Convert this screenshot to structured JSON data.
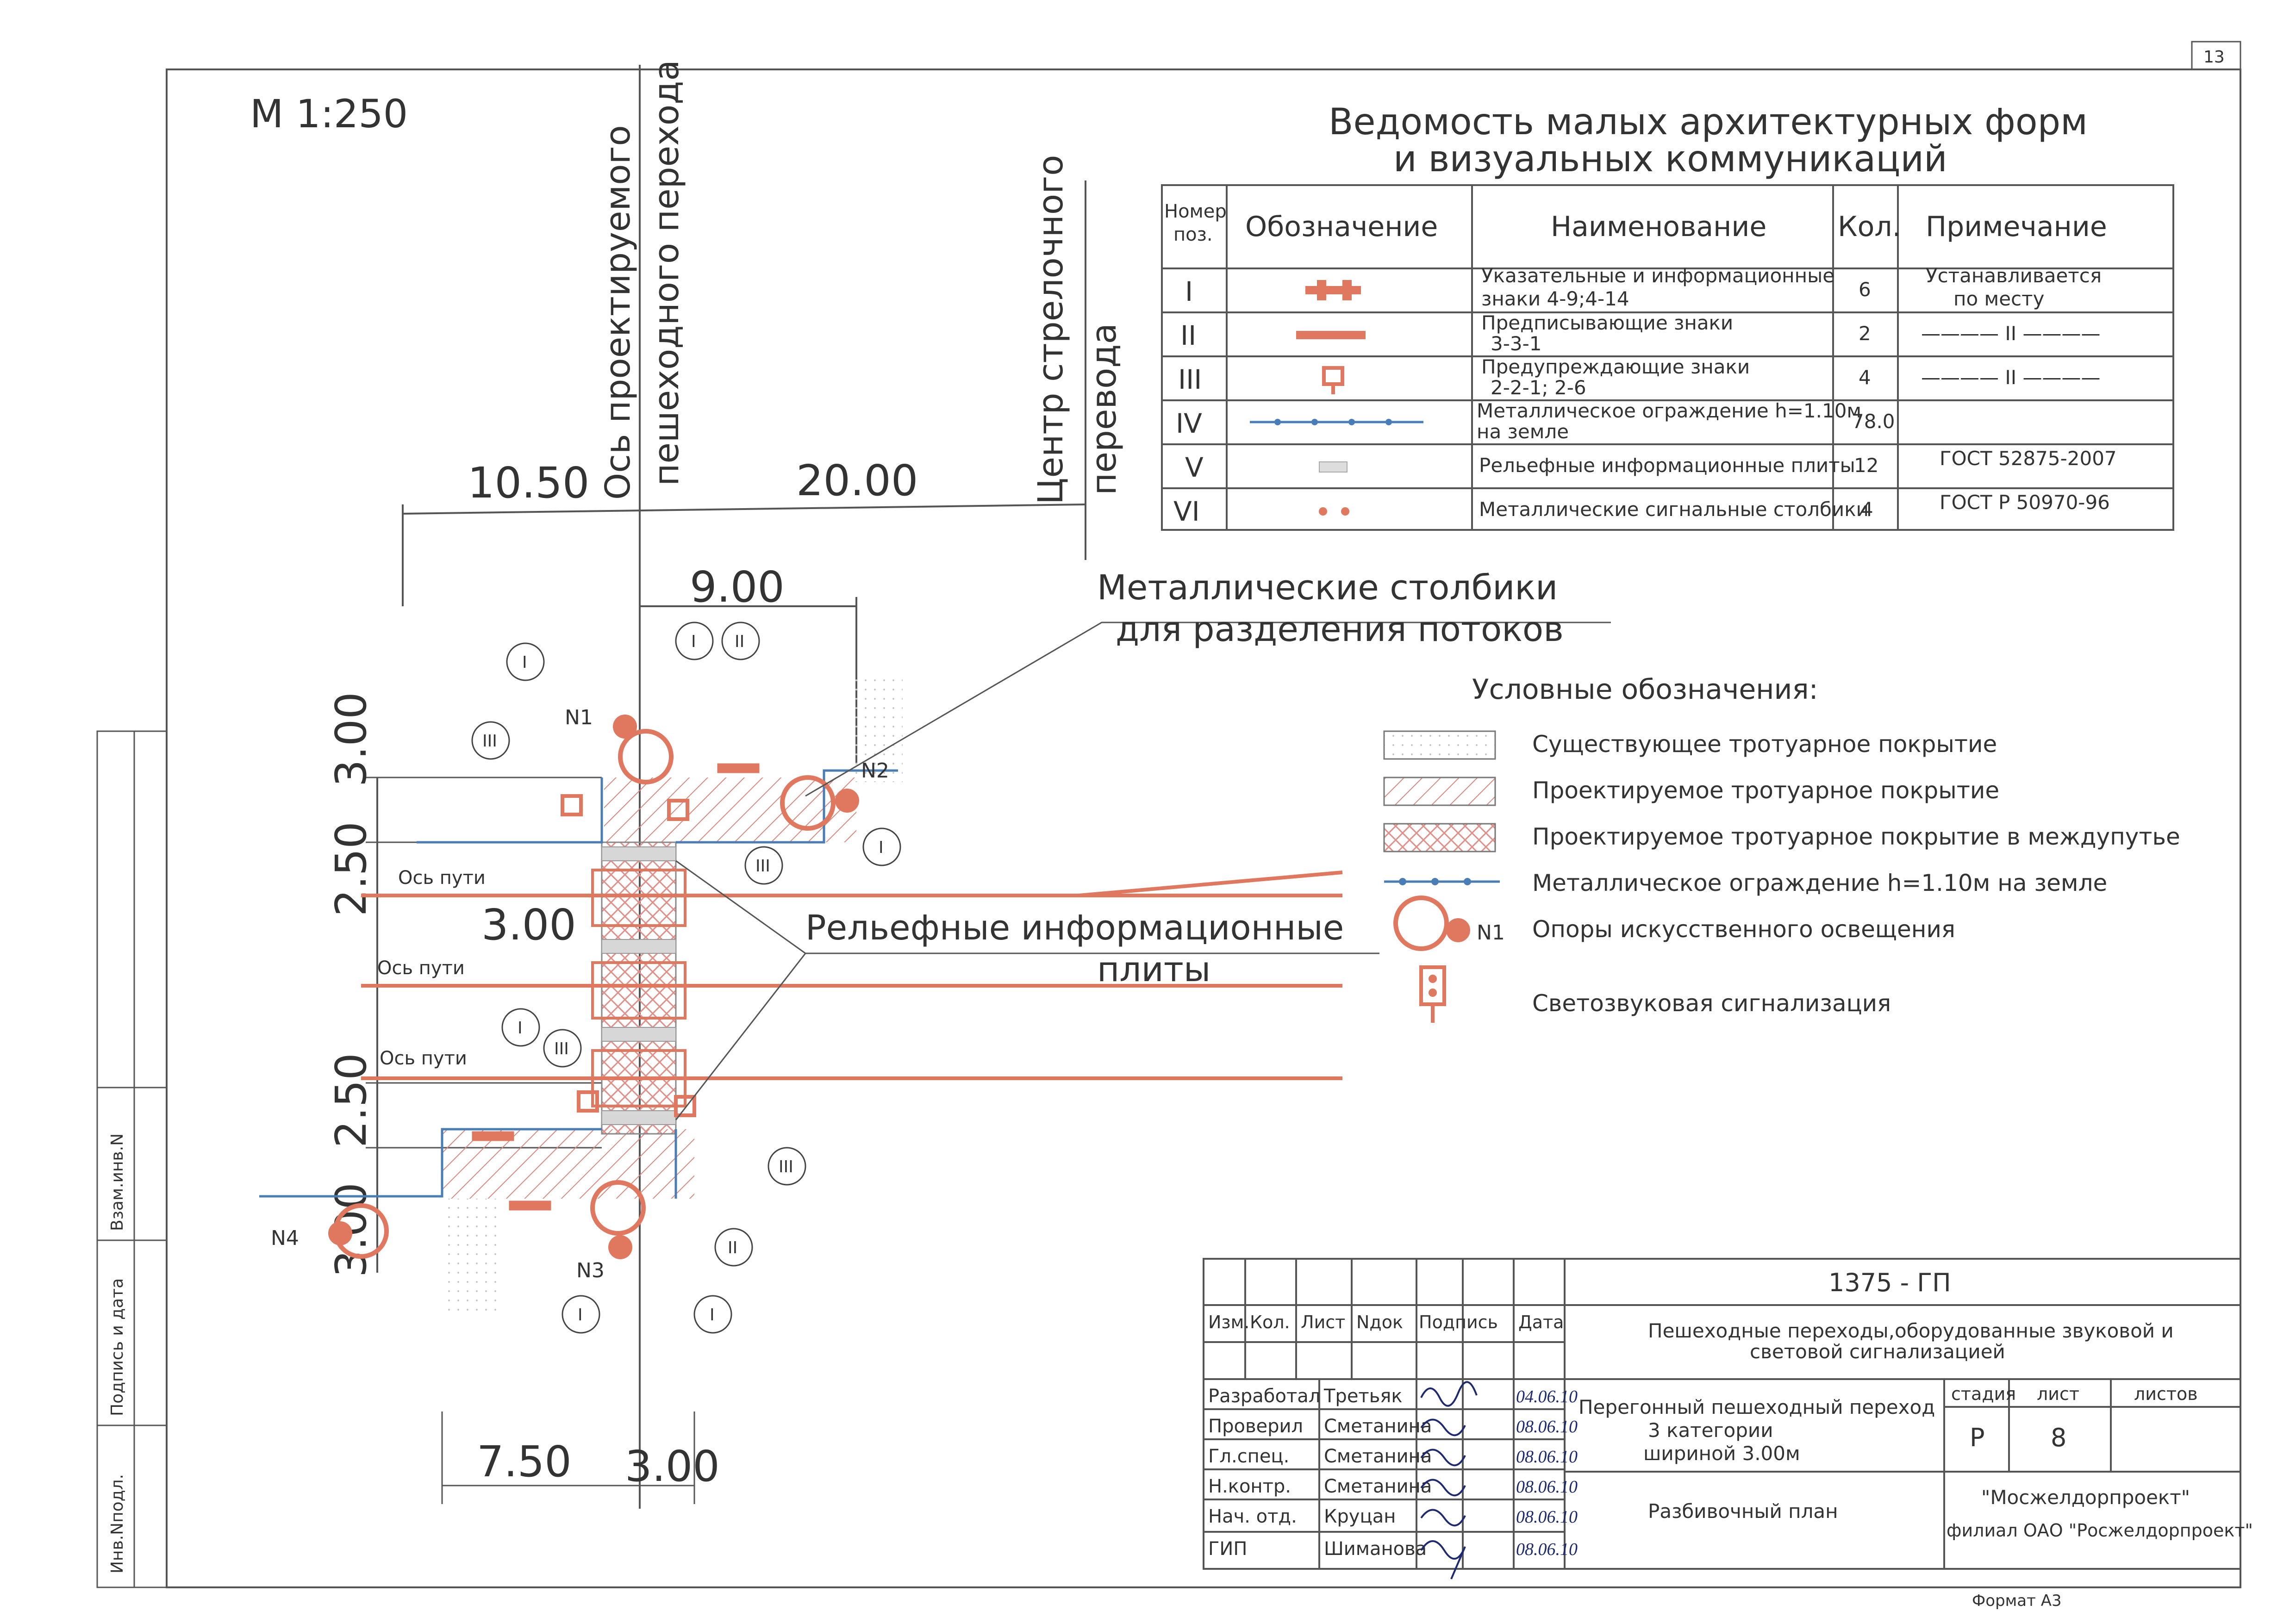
{
  "sheet": {
    "number": "13",
    "scale": "М 1:250",
    "format": "Формат А3"
  },
  "axes": {
    "crossing_axis": [
      "Ось проектируемого",
      "пешеходного перехода"
    ],
    "switch_center": [
      "Центр стрелочного",
      "перевода"
    ],
    "track_axis": "Ось пути"
  },
  "dimensions": {
    "d1": "10.50",
    "d2": "20.00",
    "d3": "9.00",
    "d4": "2.50",
    "d5": "3.00",
    "d6": "3.00",
    "d7": "2.50",
    "d8": "3.00",
    "d9": "7.50",
    "d10": "3.00"
  },
  "callouts": {
    "bollards": [
      "Металлические столбики",
      "для разделения потоков"
    ],
    "plates": [
      "Рельефные информационные",
      "плиты"
    ]
  },
  "poles": [
    "N1",
    "N2",
    "N3",
    "N4"
  ],
  "roman": [
    "I",
    "II",
    "III",
    "IV",
    "V",
    "VI"
  ],
  "schedule": {
    "title": [
      "Ведомость малых архитектурных форм",
      "и визуальных коммуникаций"
    ],
    "headers": {
      "num": [
        "Номер",
        "поз."
      ],
      "symbol": "Обозначение",
      "name": "Наименование",
      "qty": "Кол.",
      "note": "Примечание"
    },
    "rows": [
      {
        "num": "I",
        "name": [
          "Указательные и информационные",
          "знаки 4-9;4-14"
        ],
        "qty": "6",
        "note": [
          "Устанавливается",
          "по месту"
        ],
        "icon": "sign-index-icon"
      },
      {
        "num": "II",
        "name": [
          "Предписывающие знаки",
          "3-3-1"
        ],
        "qty": "2",
        "note": [
          "———— II ————"
        ],
        "icon": "sign-mandatory-icon"
      },
      {
        "num": "III",
        "name": [
          "Предупреждающие знаки",
          "2-2-1; 2-6"
        ],
        "qty": "4",
        "note": [
          "———— II ————"
        ],
        "icon": "sign-warning-icon"
      },
      {
        "num": "IV",
        "name": [
          "Металлическое ограждение h=1.10м",
          "на земле"
        ],
        "qty": "78.0",
        "note": [
          ""
        ],
        "icon": "fence-icon"
      },
      {
        "num": "V",
        "name": [
          "Рельефные информационные плиты"
        ],
        "qty": "12",
        "note": [
          "ГОСТ 52875-2007"
        ],
        "icon": "tactile-plate-icon"
      },
      {
        "num": "VI",
        "name": [
          "Металлические сигнальные столбики"
        ],
        "qty": "4",
        "note": [
          "ГОСТ Р 50970-96"
        ],
        "icon": "bollard-icon"
      }
    ]
  },
  "legend": {
    "title": "Условные обозначения:",
    "items": [
      {
        "label": "Существующее тротуарное покрытие",
        "icon": "existing-pavement-icon"
      },
      {
        "label": "Проектируемое тротуарное покрытие",
        "icon": "designed-pavement-icon"
      },
      {
        "label": "Проектируемое тротуарное покрытие в междупутье",
        "icon": "interrail-pavement-icon"
      },
      {
        "label": "Металлическое ограждение h=1.10м на земле",
        "icon": "fence-icon"
      },
      {
        "label": "Опоры искусственного освещения",
        "icon": "lighting-pole-icon"
      },
      {
        "label": "Светозвуковая сигнализация",
        "icon": "traffic-light-icon"
      }
    ]
  },
  "side_stamps": [
    "Инв.Nподл.",
    "Подпись и дата",
    "Взам.инв.N"
  ],
  "title_block": {
    "code": "1375 - ГП",
    "cols": [
      "Изм.",
      "Кол.",
      "Лист",
      "Nдок",
      "Подпись",
      "Дата"
    ],
    "project": [
      "Пешеходные переходы,оборудованные звуковой и",
      "световой сигнализацией"
    ],
    "people": [
      {
        "role": "Разработал",
        "name": "Третьяк",
        "date": "04.06.10"
      },
      {
        "role": "Проверил",
        "name": "Сметанина",
        "date": "08.06.10"
      },
      {
        "role": "Гл.спец.",
        "name": "Сметанина",
        "date": "08.06.10"
      },
      {
        "role": "Н.контр.",
        "name": "Сметанина",
        "date": "08.06.10"
      },
      {
        "role": "Нач. отд.",
        "name": "Круцан",
        "date": "08.06.10"
      },
      {
        "role": "ГИП",
        "name": "Шиманова",
        "date": "08.06.10"
      }
    ],
    "object": [
      "Перегонный пешеходный переход",
      "3 категории",
      "шириной 3.00м"
    ],
    "drawing": "Разбивочный план",
    "stage_label": "стадия",
    "sheet_label": "лист",
    "sheets_label": "листов",
    "stage": "Р",
    "sheet": "8",
    "org": [
      "\"Мосжелдорпроект\"",
      "филиал ОАО \"Росжелдорпроект\""
    ]
  }
}
